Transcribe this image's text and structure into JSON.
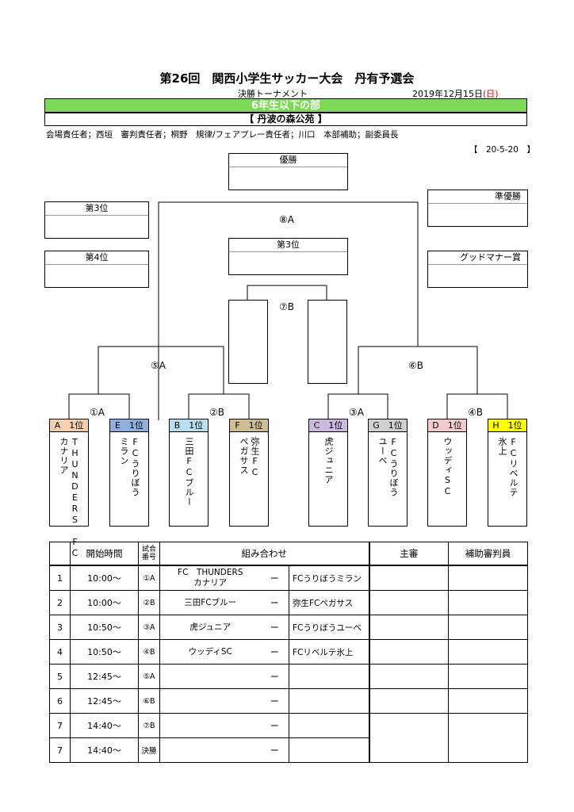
{
  "header": {
    "title": "第26回　関西小学生サッカー大会　丹有予選会",
    "subtitle": "決勝トーナメント",
    "date": "2019年12月15日",
    "date_day": "(日)",
    "division": "6年生以下の部",
    "venue": "【 丹波の森公苑 】",
    "staff": "会場責任者；西垣　審判責任者；桐野　規律/フェアプレー責任者；川口　本部補助；副委員長",
    "code": "【　20-5-20　】"
  },
  "awards": {
    "champion": "優勝",
    "runner_up": "準優勝",
    "third_left": "第3位",
    "fourth": "第4位",
    "third_center": "第3位",
    "good_manner": "グッドマナー賞"
  },
  "bracket": {
    "final_label": "⑧A",
    "third_place_label": "⑦B",
    "semi_left_label": "⑤A",
    "semi_right_label": "⑥B",
    "qf_labels": [
      "①A",
      "②B",
      "③A",
      "④B"
    ],
    "teams": [
      {
        "seed": "A　1位",
        "name": "THUNDERS FC\nカナリア",
        "color": "#f7cfae"
      },
      {
        "seed": "E　1位",
        "name": "FCうりぼう\nミラン",
        "color": "#8fb0df"
      },
      {
        "seed": "B　1位",
        "name": "三田FCブルー",
        "color": "#b8dff0"
      },
      {
        "seed": "F　1位",
        "name": "弥生FC\nペガサス",
        "color": "#cdbf93"
      },
      {
        "seed": "C　1位",
        "name": "虎ジュニア",
        "color": "#cdb8e0"
      },
      {
        "seed": "G　1位",
        "name": "FCうりぼう\nユーベ",
        "color": "#d0d0d0"
      },
      {
        "seed": "D　1位",
        "name": "ウッディSC",
        "color": "#f4cccc"
      },
      {
        "seed": "H　1位",
        "name": "FCリベルテ\n氷上",
        "color": "#ffff00"
      }
    ]
  },
  "schedule": {
    "headers": {
      "time": "開始時間",
      "game_no": "試合\n番号",
      "matchup": "組み合わせ",
      "referee": "主審",
      "assistant": "補助審判員"
    },
    "rows": [
      {
        "no": "1",
        "time": "10:00～",
        "game": "①A",
        "home": "FC　THUNDERS\nカナリア",
        "vs": "ー",
        "away": "FCうりぼうミラン"
      },
      {
        "no": "2",
        "time": "10:00～",
        "game": "②B",
        "home": "三田FCブルー",
        "vs": "ー",
        "away": "弥生FCペガサス"
      },
      {
        "no": "3",
        "time": "10:50～",
        "game": "③A",
        "home": "虎ジュニア",
        "vs": "ー",
        "away": "FCうりぼうユーベ"
      },
      {
        "no": "4",
        "time": "10:50～",
        "game": "④B",
        "home": "ウッディSC",
        "vs": "ー",
        "away": "FCリベルテ氷上"
      },
      {
        "no": "5",
        "time": "12:45～",
        "game": "⑤A",
        "home": "",
        "vs": "ー",
        "away": ""
      },
      {
        "no": "6",
        "time": "12:45～",
        "game": "⑥B",
        "home": "",
        "vs": "ー",
        "away": ""
      },
      {
        "no": "7",
        "time": "14:40～",
        "game": "⑦B",
        "home": "",
        "vs": "ー",
        "away": ""
      },
      {
        "no": "7",
        "time": "14:40～",
        "game": "決勝",
        "home": "",
        "vs": "ー",
        "away": ""
      }
    ]
  }
}
